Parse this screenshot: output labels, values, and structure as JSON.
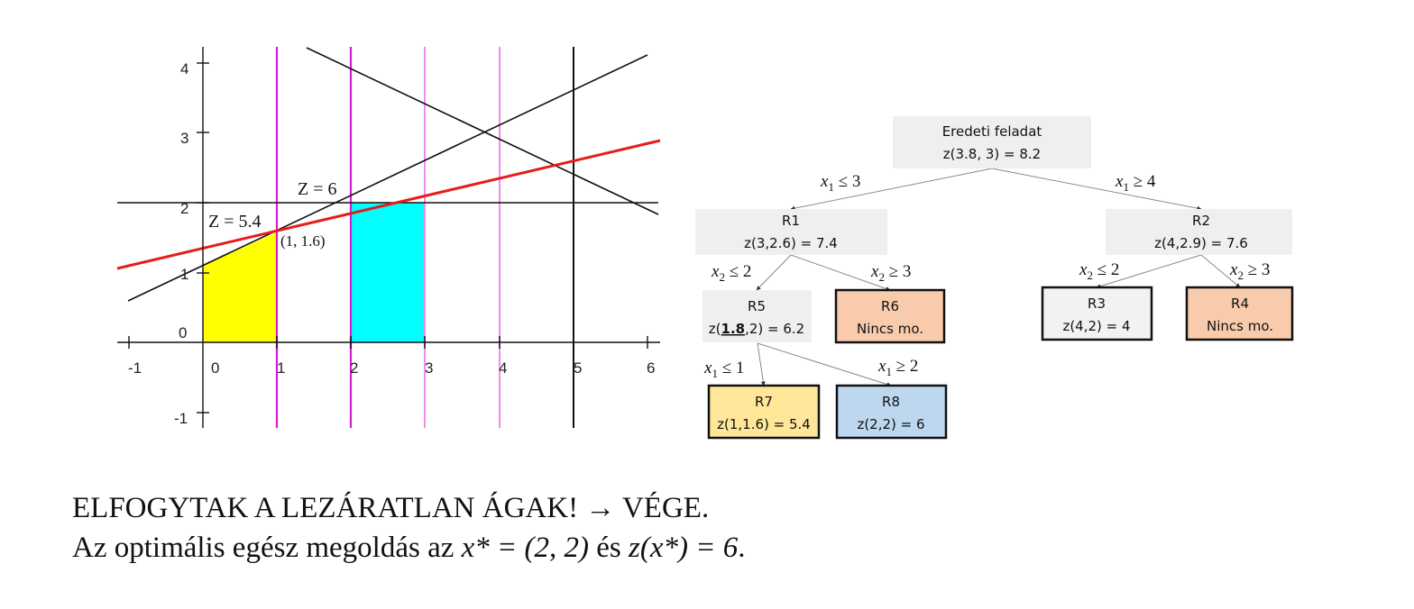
{
  "graph": {
    "x_ticks": [
      "-1",
      "0",
      "1",
      "2",
      "3",
      "4",
      "5",
      "6"
    ],
    "y_ticks": [
      "0",
      "1",
      "2",
      "3",
      "4",
      "-1"
    ],
    "label_z54": "Z = 5.4",
    "label_z6": "Z = 6",
    "label_point": "(1, 1.6)",
    "colors": {
      "objective": "#e81b1b",
      "yellow_region": "#ffff00",
      "cyan_region": "#00ffff",
      "branch_lines_dark": "#d21ed2",
      "branch_lines_light": "#f08cf0"
    }
  },
  "tree": {
    "nodes": {
      "root": {
        "line1": "Eredeti feladat",
        "line2": "z(3.8, 3) = 8.2"
      },
      "r1": {
        "line1": "R1",
        "line2": "z(3,2.6) = 7.4"
      },
      "r2": {
        "line1": "R2",
        "line2": "z(4,2.9) = 7.6"
      },
      "r3": {
        "line1": "R3",
        "line2": "z(4,2) = 4"
      },
      "r4": {
        "line1": "R4",
        "line2": "Nincs mo."
      },
      "r5": {
        "line1": "R5",
        "line2_pre": "z(",
        "line2_bold": "1.8",
        "line2_post": ",2) = 6.2"
      },
      "r6": {
        "line1": "R6",
        "line2": "Nincs mo."
      },
      "r7": {
        "line1": "R7",
        "line2": "z(1,1.6) = 5.4"
      },
      "r8": {
        "line1": "R8",
        "line2": "z(2,2) = 6"
      }
    },
    "edges": {
      "root_r1": {
        "var": "x",
        "sub": "1",
        "op": " ≤ 3"
      },
      "root_r2": {
        "var": "x",
        "sub": "1",
        "op": " ≥ 4"
      },
      "r1_r5": {
        "var": "x",
        "sub": "2",
        "op": " ≤ 2"
      },
      "r1_r6": {
        "var": "x",
        "sub": "2",
        "op": " ≥ 3"
      },
      "r2_r3": {
        "var": "x",
        "sub": "2",
        "op": " ≤ 2"
      },
      "r2_r4": {
        "var": "x",
        "sub": "2",
        "op": " ≥ 3"
      },
      "r5_r7": {
        "var": "x",
        "sub": "1",
        "op": " ≤ 1"
      },
      "r5_r8": {
        "var": "x",
        "sub": "1",
        "op": " ≥ 2"
      }
    },
    "colors": {
      "gray_fill": "#efefef",
      "orange_fill": "#f8cbad",
      "yellow_fill": "#ffe699",
      "blue_fill": "#bdd7ee"
    }
  },
  "conclusion": {
    "line1": "ELFOGYTAK A LEZÁRATLAN ÁGAK! → VÉGE.",
    "line2_pre": "Az optimális egész megoldás az ",
    "line2_math1": "x* = (2, 2)",
    "line2_mid": " és ",
    "line2_math2": "z(x*) = 6",
    "line2_post": "."
  }
}
